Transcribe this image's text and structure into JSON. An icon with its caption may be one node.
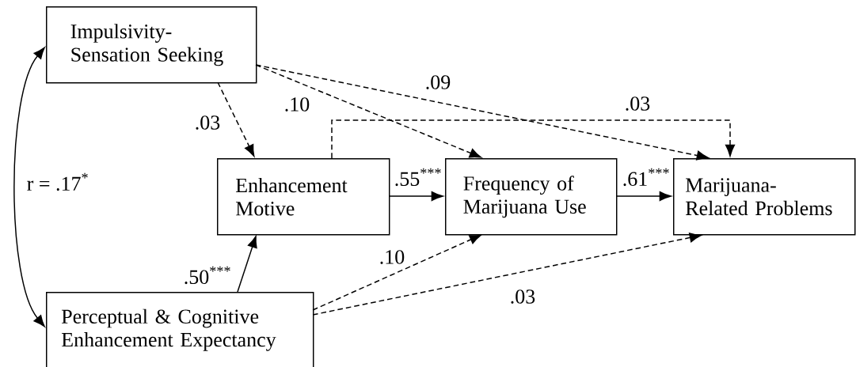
{
  "diagram": {
    "nodes": [
      {
        "text": [
          "Impulsivity- Sensation Seeking"
        ]
      },
      {
        "text": [
          "Enhancement Motive"
        ]
      },
      {
        "text": [
          "Frequency of Marijuana Use"
        ]
      },
      {
        "text": [
          "Marijuana- Related Problems"
        ]
      },
      {
        "text": [
          "Perceptual & Cognitive Enhancement Expectancy"
        ]
      }
    ],
    "edges": [
      {
        "from": 0,
        "to": 4,
        "arrow": "both",
        "label": "r = .17$^{*}$"
      },
      {
        "from": 0,
        "to": 1,
        "arrow": "to",
        "style": "dashed",
        "label": ".03"
      },
      {
        "from": 0,
        "to": 2,
        "arrow": "to",
        "style": "dashed",
        "label": ".10"
      },
      {
        "from": 0,
        "to": 3,
        "arrow": "to",
        "style": "dashed",
        "label": ".09"
      },
      {
        "from": 1,
        "to": 3,
        "arrow": "to",
        "style": "dashed",
        "label": ".03"
      },
      {
        "from": 1,
        "to": 2,
        "arrow": "to",
        "label": ".55$^{***}$"
      },
      {
        "from": 2,
        "to": 3,
        "arrow": "to",
        "label": ".61$^{***}$"
      },
      {
        "from": 4,
        "to": 1,
        "arrow": "to",
        "label": ".50$^{***}$"
      },
      {
        "from": 4,
        "to": 2,
        "arrow": "to",
        "style": "dashed",
        "label": ".10"
      },
      {
        "from": 4,
        "to": 3,
        "arrow": "to",
        "style": "dashed",
        "label": ".03"
      }
    ]
  }
}
